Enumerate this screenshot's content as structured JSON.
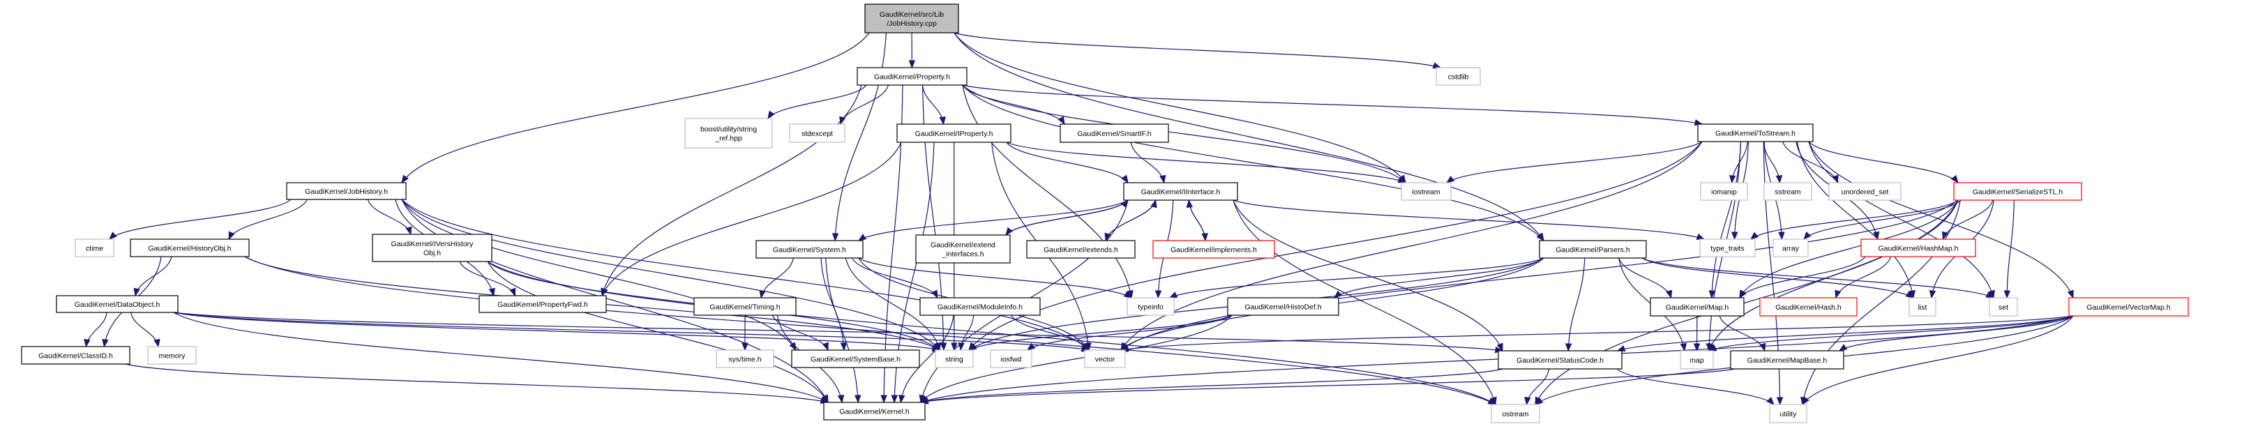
{
  "graph": {
    "title": "Include dependency graph for JobHistory.cpp",
    "colors": {
      "edge": "#191970",
      "root_fill": "#bfbfbf",
      "documented_border": "#000000",
      "system_border": "#bfbfbf",
      "undocumented_border": "#ff0000"
    },
    "nodes": {
      "root": {
        "lines": [
          "GaudiKernel/src/Lib",
          "/JobHistory.cpp"
        ],
        "kind": "root"
      },
      "property": {
        "lines": [
          "GaudiKernel/Property.h"
        ],
        "kind": "doc"
      },
      "cstdlib": {
        "lines": [
          "cstdlib"
        ],
        "kind": "sys"
      },
      "boost": {
        "lines": [
          "boost/utility/string",
          "_ref.hpp"
        ],
        "kind": "sys"
      },
      "stdexcept": {
        "lines": [
          "stdexcept"
        ],
        "kind": "sys"
      },
      "iproperty": {
        "lines": [
          "GaudiKernel/IProperty.h"
        ],
        "kind": "doc"
      },
      "smartif": {
        "lines": [
          "GaudiKernel/SmartIF.h"
        ],
        "kind": "doc"
      },
      "tostream": {
        "lines": [
          "GaudiKernel/ToStream.h"
        ],
        "kind": "doc"
      },
      "jobhistory": {
        "lines": [
          "GaudiKernel/JobHistory.h"
        ],
        "kind": "doc"
      },
      "iinterface": {
        "lines": [
          "GaudiKernel/IInterface.h"
        ],
        "kind": "doc"
      },
      "iostream": {
        "lines": [
          "iostream"
        ],
        "kind": "sys"
      },
      "iomanip": {
        "lines": [
          "iomanip"
        ],
        "kind": "sys"
      },
      "sstream": {
        "lines": [
          "sstream"
        ],
        "kind": "sys"
      },
      "unordered_set": {
        "lines": [
          "unordered_set"
        ],
        "kind": "sys"
      },
      "serializestl": {
        "lines": [
          "GaudiKernel/SerializeSTL.h"
        ],
        "kind": "nodoc"
      },
      "ctime": {
        "lines": [
          "ctime"
        ],
        "kind": "sys"
      },
      "historyobj": {
        "lines": [
          "GaudiKernel/HistoryObj.h"
        ],
        "kind": "doc"
      },
      "ivershistoryobj": {
        "lines": [
          "GaudiKernel/IVersHistory",
          "Obj.h"
        ],
        "kind": "doc"
      },
      "system": {
        "lines": [
          "GaudiKernel/System.h"
        ],
        "kind": "doc"
      },
      "extend_interfaces": {
        "lines": [
          "GaudiKernel/extend",
          "_interfaces.h"
        ],
        "kind": "doc"
      },
      "extends": {
        "lines": [
          "GaudiKernel/extends.h"
        ],
        "kind": "doc"
      },
      "implements": {
        "lines": [
          "GaudiKernel/implements.h"
        ],
        "kind": "nodoc"
      },
      "parsers": {
        "lines": [
          "GaudiKernel/Parsers.h"
        ],
        "kind": "doc"
      },
      "type_traits": {
        "lines": [
          "type_traits"
        ],
        "kind": "sys"
      },
      "array": {
        "lines": [
          "array"
        ],
        "kind": "sys"
      },
      "hashmap": {
        "lines": [
          "GaudiKernel/HashMap.h"
        ],
        "kind": "nodoc"
      },
      "dataobject": {
        "lines": [
          "GaudiKernel/DataObject.h"
        ],
        "kind": "doc"
      },
      "propertyfwd": {
        "lines": [
          "GaudiKernel/PropertyFwd.h"
        ],
        "kind": "doc"
      },
      "timing": {
        "lines": [
          "GaudiKernel/Timing.h"
        ],
        "kind": "doc"
      },
      "moduleinfo": {
        "lines": [
          "GaudiKernel/ModuleInfo.h"
        ],
        "kind": "doc"
      },
      "typeinfo": {
        "lines": [
          "typeinfo"
        ],
        "kind": "sys"
      },
      "histodef": {
        "lines": [
          "GaudiKernel/HistoDef.h"
        ],
        "kind": "doc"
      },
      "map_h": {
        "lines": [
          "GaudiKernel/Map.h"
        ],
        "kind": "doc"
      },
      "hash": {
        "lines": [
          "GaudiKernel/Hash.h"
        ],
        "kind": "nodoc"
      },
      "list": {
        "lines": [
          "list"
        ],
        "kind": "sys"
      },
      "set": {
        "lines": [
          "set"
        ],
        "kind": "sys"
      },
      "vectormap": {
        "lines": [
          "GaudiKernel/VectorMap.h"
        ],
        "kind": "nodoc"
      },
      "classid": {
        "lines": [
          "GaudiKernel/ClassID.h"
        ],
        "kind": "doc"
      },
      "memory": {
        "lines": [
          "memory"
        ],
        "kind": "sys"
      },
      "systime": {
        "lines": [
          "sys/time.h"
        ],
        "kind": "sys"
      },
      "systembase": {
        "lines": [
          "GaudiKernel/SystemBase.h"
        ],
        "kind": "doc"
      },
      "string": {
        "lines": [
          "string"
        ],
        "kind": "sys"
      },
      "iosfwd": {
        "lines": [
          "iosfwd"
        ],
        "kind": "sys"
      },
      "vector": {
        "lines": [
          "vector"
        ],
        "kind": "sys"
      },
      "statuscode": {
        "lines": [
          "GaudiKernel/StatusCode.h"
        ],
        "kind": "doc"
      },
      "map": {
        "lines": [
          "map"
        ],
        "kind": "sys"
      },
      "mapbase": {
        "lines": [
          "GaudiKernel/MapBase.h"
        ],
        "kind": "doc"
      },
      "kernel": {
        "lines": [
          "GaudiKernel/Kernel.h"
        ],
        "kind": "doc"
      },
      "ostream": {
        "lines": [
          "ostream"
        ],
        "kind": "sys"
      },
      "utility": {
        "lines": [
          "utility"
        ],
        "kind": "sys"
      }
    },
    "edges": [
      [
        "root",
        "property"
      ],
      [
        "root",
        "jobhistory"
      ],
      [
        "root",
        "system"
      ],
      [
        "root",
        "iostream"
      ],
      [
        "root",
        "cstdlib"
      ],
      [
        "root",
        "parsers"
      ],
      [
        "property",
        "boost"
      ],
      [
        "property",
        "stdexcept"
      ],
      [
        "property",
        "iproperty"
      ],
      [
        "property",
        "smartif"
      ],
      [
        "property",
        "tostream"
      ],
      [
        "property",
        "parsers"
      ],
      [
        "property",
        "propertyfwd"
      ],
      [
        "property",
        "kernel"
      ],
      [
        "property",
        "string"
      ],
      [
        "property",
        "typeinfo"
      ],
      [
        "property",
        "iostream"
      ],
      [
        "iproperty",
        "iinterface"
      ],
      [
        "iproperty",
        "propertyfwd"
      ],
      [
        "iproperty",
        "string"
      ],
      [
        "iproperty",
        "vector"
      ],
      [
        "iproperty",
        "iostream"
      ],
      [
        "iproperty",
        "kernel"
      ],
      [
        "smartif",
        "iinterface"
      ],
      [
        "iinterface",
        "system"
      ],
      [
        "iinterface",
        "extend_interfaces"
      ],
      [
        "iinterface",
        "extends"
      ],
      [
        "iinterface",
        "implements"
      ],
      [
        "iinterface",
        "typeinfo"
      ],
      [
        "iinterface",
        "type_traits"
      ],
      [
        "iinterface",
        "statuscode"
      ],
      [
        "iinterface",
        "ostream"
      ],
      [
        "iinterface",
        "kernel"
      ],
      [
        "extend_interfaces",
        "iinterface"
      ],
      [
        "extends",
        "iinterface"
      ],
      [
        "implements",
        "iinterface"
      ],
      [
        "system",
        "timing"
      ],
      [
        "system",
        "moduleinfo"
      ],
      [
        "system",
        "systembase"
      ],
      [
        "system",
        "string"
      ],
      [
        "system",
        "vector"
      ],
      [
        "system",
        "typeinfo"
      ],
      [
        "system",
        "kernel"
      ],
      [
        "timing",
        "systime"
      ],
      [
        "timing",
        "systembase"
      ],
      [
        "timing",
        "kernel"
      ],
      [
        "moduleinfo",
        "string"
      ],
      [
        "moduleinfo",
        "vector"
      ],
      [
        "moduleinfo",
        "kernel"
      ],
      [
        "jobhistory",
        "ctime"
      ],
      [
        "jobhistory",
        "historyobj"
      ],
      [
        "jobhistory",
        "ivershistoryobj"
      ],
      [
        "jobhistory",
        "propertyfwd"
      ],
      [
        "jobhistory",
        "string"
      ],
      [
        "jobhistory",
        "vector"
      ],
      [
        "jobhistory",
        "systembase"
      ],
      [
        "jobhistory",
        "kernel"
      ],
      [
        "historyobj",
        "dataobject"
      ],
      [
        "historyobj",
        "classid"
      ],
      [
        "historyobj",
        "string"
      ],
      [
        "historyobj",
        "ostream"
      ],
      [
        "ivershistoryobj",
        "propertyfwd"
      ],
      [
        "ivershistoryobj",
        "kernel"
      ],
      [
        "ivershistoryobj",
        "string"
      ],
      [
        "ivershistoryobj",
        "ostream"
      ],
      [
        "dataobject",
        "classid"
      ],
      [
        "dataobject",
        "memory"
      ],
      [
        "dataobject",
        "string"
      ],
      [
        "dataobject",
        "vector"
      ],
      [
        "dataobject",
        "statuscode"
      ],
      [
        "dataobject",
        "kernel"
      ],
      [
        "classid",
        "kernel"
      ],
      [
        "tostream",
        "iostream"
      ],
      [
        "tostream",
        "iomanip"
      ],
      [
        "tostream",
        "sstream"
      ],
      [
        "tostream",
        "unordered_set"
      ],
      [
        "tostream",
        "serializestl"
      ],
      [
        "tostream",
        "type_traits"
      ],
      [
        "tostream",
        "array"
      ],
      [
        "tostream",
        "hashmap"
      ],
      [
        "tostream",
        "map_h"
      ],
      [
        "tostream",
        "list"
      ],
      [
        "tostream",
        "set"
      ],
      [
        "tostream",
        "vectormap"
      ],
      [
        "tostream",
        "utility"
      ],
      [
        "tostream",
        "string"
      ],
      [
        "tostream",
        "vector"
      ],
      [
        "tostream",
        "map"
      ],
      [
        "serializestl",
        "type_traits"
      ],
      [
        "serializestl",
        "array"
      ],
      [
        "serializestl",
        "hashmap"
      ],
      [
        "serializestl",
        "map_h"
      ],
      [
        "serializestl",
        "list"
      ],
      [
        "serializestl",
        "set"
      ],
      [
        "serializestl",
        "map"
      ],
      [
        "serializestl",
        "vector"
      ],
      [
        "serializestl",
        "ostream"
      ],
      [
        "serializestl",
        "utility"
      ],
      [
        "hashmap",
        "map_h"
      ],
      [
        "hashmap",
        "hash"
      ],
      [
        "parsers",
        "typeinfo"
      ],
      [
        "parsers",
        "histodef"
      ],
      [
        "parsers",
        "statuscode"
      ],
      [
        "parsers",
        "map_h"
      ],
      [
        "parsers",
        "list"
      ],
      [
        "parsers",
        "set"
      ],
      [
        "parsers",
        "map"
      ],
      [
        "parsers",
        "vector"
      ],
      [
        "parsers",
        "string"
      ],
      [
        "histodef",
        "string"
      ],
      [
        "histodef",
        "iosfwd"
      ],
      [
        "histodef",
        "kernel"
      ],
      [
        "map_h",
        "map"
      ],
      [
        "map_h",
        "mapbase"
      ],
      [
        "mapbase",
        "kernel"
      ],
      [
        "vectormap",
        "statuscode"
      ],
      [
        "vectormap",
        "vector"
      ],
      [
        "vectormap",
        "map"
      ],
      [
        "vectormap",
        "mapbase"
      ],
      [
        "vectormap",
        "ostream"
      ],
      [
        "vectormap",
        "utility"
      ],
      [
        "vectormap",
        "kernel"
      ],
      [
        "statuscode",
        "ostream"
      ],
      [
        "statuscode",
        "utility"
      ],
      [
        "statuscode",
        "kernel"
      ]
    ]
  }
}
